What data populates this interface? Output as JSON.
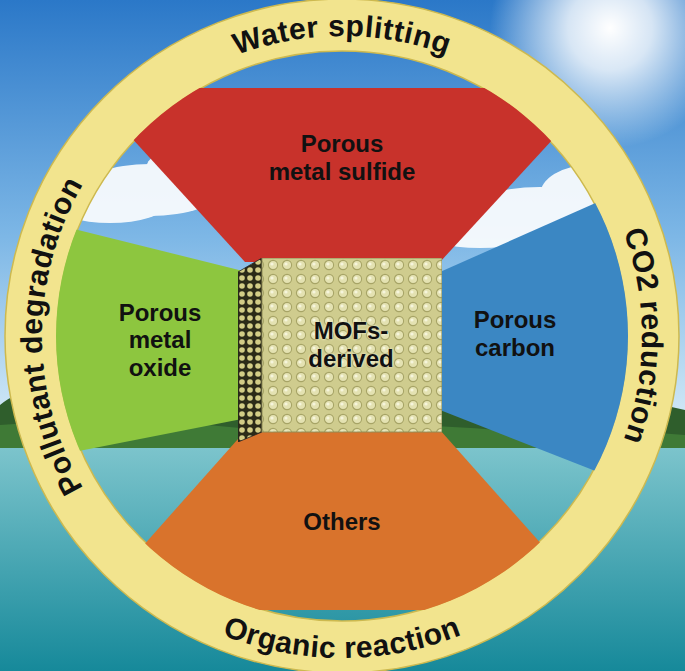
{
  "diagram": {
    "nodes": [
      {
        "text": [
          "Water splitting",
          "CO2 reduction",
          "Organic reaction",
          "Pollutant degradation"
        ]
      },
      {
        "text": [
          "Porous metal sulfide"
        ],
        "in": 0
      },
      {
        "text": [
          "Porous metal oxide"
        ],
        "in": 0
      },
      {
        "text": [
          "MOFs- derived"
        ],
        "in": 0
      },
      {
        "text": [
          "Porous carbon"
        ],
        "in": 0
      },
      {
        "text": [
          "Others"
        ],
        "in": 0
      }
    ]
  }
}
